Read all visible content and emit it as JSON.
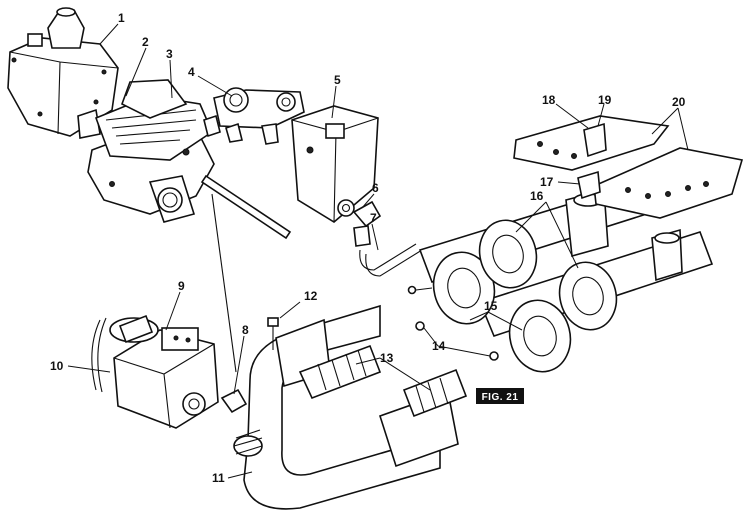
{
  "callouts": [
    "1",
    "2",
    "3",
    "4",
    "5",
    "6",
    "7",
    "8",
    "9",
    "10",
    "11",
    "12",
    "13",
    "14",
    "15",
    "16",
    "17",
    "18",
    "19",
    "20"
  ],
  "figure_label": "FIG. 21"
}
